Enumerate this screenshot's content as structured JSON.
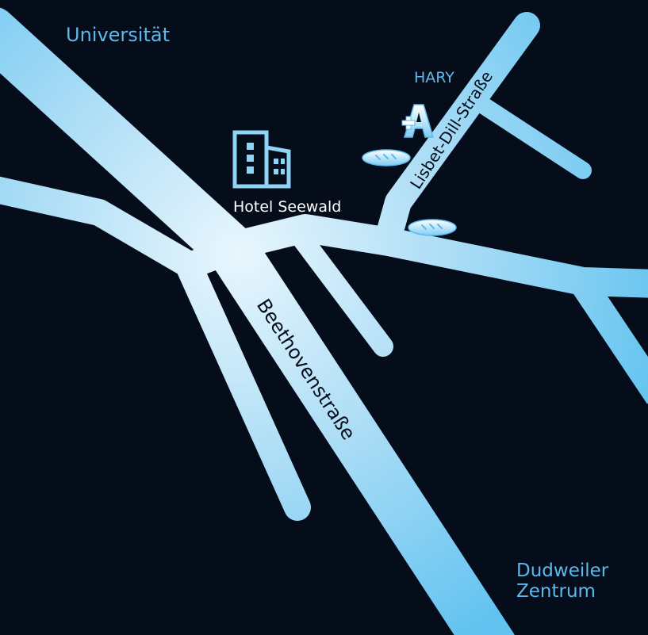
{
  "colors": {
    "background": "#050c1a",
    "road_light": "#e8f6fd",
    "road_mid": "#a9dcf6",
    "road_edge": "#62c3f0",
    "label_blue": "#5cb9ec",
    "label_white": "#ffffff",
    "street_text": "#050c1a"
  },
  "places": {
    "universitaet": "Universität",
    "hotel": "Hotel Seewald",
    "hary": "HARY",
    "dudweiler_line1": "Dudweiler",
    "dudweiler_line2": "Zentrum"
  },
  "streets": {
    "beethoven": "Beethovenstraße",
    "lisbet": "Lisbet-Dill-Straße"
  },
  "icons": {
    "hotel": "building-icon",
    "pharmacy": "pharmacy-a-icon",
    "bakery": "bread-icon"
  }
}
